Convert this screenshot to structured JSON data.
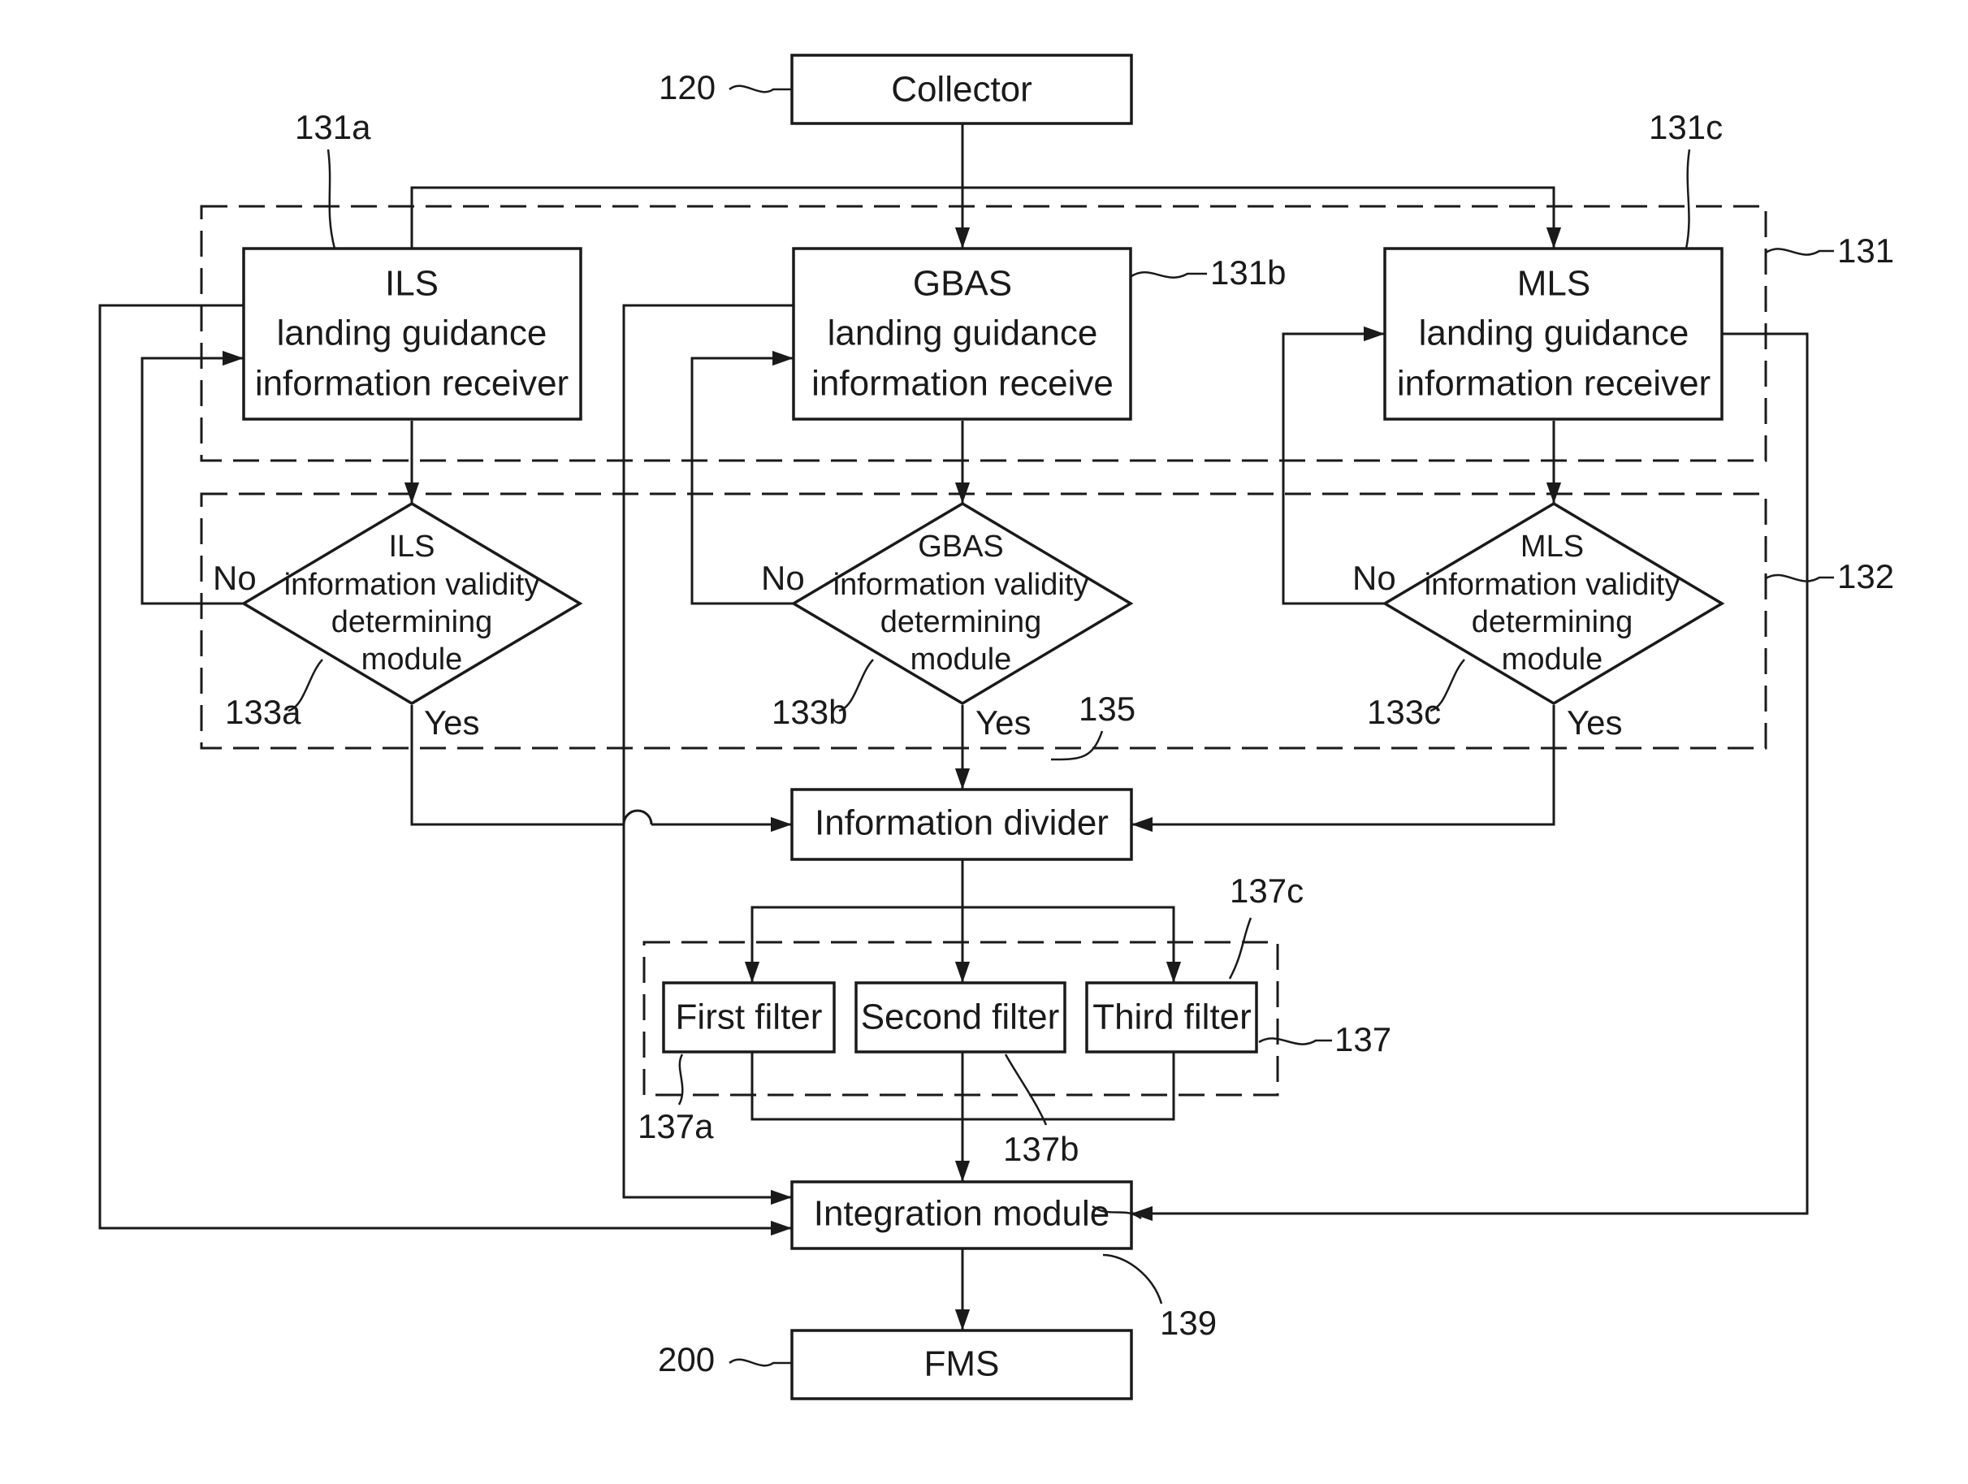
{
  "collector": {
    "label": "Collector",
    "ref": "120"
  },
  "receivers": {
    "group_ref": "131",
    "ils": {
      "lines": [
        "ILS",
        "landing guidance",
        "information receiver"
      ],
      "ref": "131a"
    },
    "gbas": {
      "lines": [
        "GBAS",
        "landing guidance",
        "information receive"
      ],
      "ref": "131b"
    },
    "mls": {
      "lines": [
        "MLS",
        "landing guidance",
        "information receiver"
      ],
      "ref": "131c"
    }
  },
  "validity": {
    "group_ref": "132",
    "ils": {
      "lines": [
        "ILS",
        "information validity",
        "determining",
        "module"
      ],
      "ref": "133a",
      "no": "No",
      "yes": "Yes"
    },
    "gbas": {
      "lines": [
        "GBAS",
        "information validity",
        "determining",
        "module"
      ],
      "ref": "133b",
      "no": "No",
      "yes": "Yes"
    },
    "mls": {
      "lines": [
        "MLS",
        "information validity",
        "determining",
        "module"
      ],
      "ref": "133c",
      "no": "No",
      "yes": "Yes"
    }
  },
  "divider": {
    "label": "Information divider",
    "ref": "135"
  },
  "filters": {
    "group_ref": "137",
    "first": {
      "label": "First filter",
      "ref": "137a"
    },
    "second": {
      "label": "Second filter",
      "ref": "137b"
    },
    "third": {
      "label": "Third filter",
      "ref": "137c"
    }
  },
  "integration": {
    "label": "Integration module",
    "ref": "139"
  },
  "fms": {
    "label": "FMS",
    "ref": "200"
  }
}
